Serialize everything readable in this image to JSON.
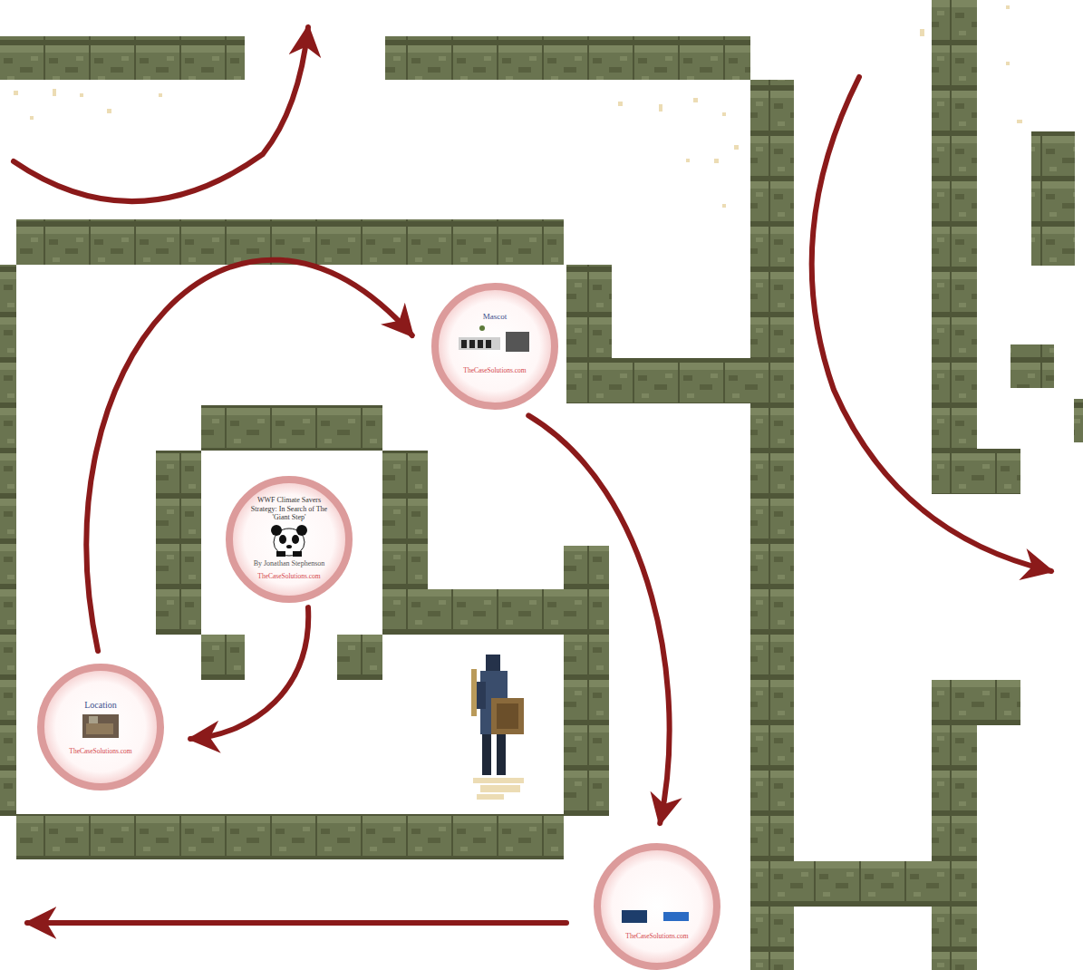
{
  "diagram": {
    "nodes": [
      {
        "text": [
          "WWF Climate Savers Strategy: In Search of The 'Giant Step'",
          "By Jonathan Stephenson",
          "TheCaseSolutions.com"
        ]
      },
      {
        "text": [
          "Location",
          "TheCaseSolutions.com"
        ]
      },
      {
        "text": [
          "Mascot",
          "TheCaseSolutions.com"
        ]
      },
      {
        "text": [
          "TheCaseSolutions.com"
        ]
      }
    ],
    "edges": [
      {
        "from": 0,
        "to": 1,
        "arrow": "to"
      },
      {
        "from": 1,
        "to": 2,
        "arrow": "to"
      },
      {
        "from": 2,
        "to": 3,
        "arrow": "to"
      }
    ]
  }
}
